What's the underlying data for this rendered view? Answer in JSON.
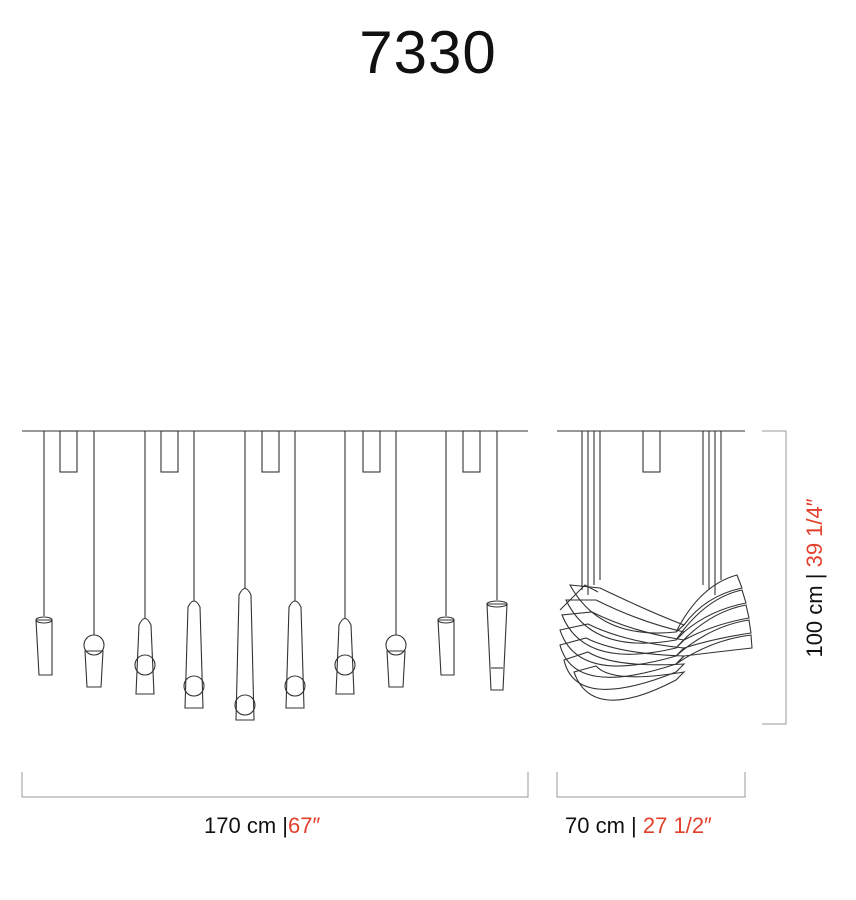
{
  "title": "7330",
  "width": {
    "metric": "170 cm",
    "separator": "|",
    "imperial": "67″"
  },
  "depth": {
    "metric": "70 cm",
    "separator": "|",
    "imperial": "27 1/2″"
  },
  "height": {
    "metric": "100 cm",
    "separator": "|",
    "imperial": "39 1/4″"
  },
  "colors": {
    "line": "#333333",
    "dimension_line": "#999999",
    "imperial_text": "#e2402b"
  }
}
